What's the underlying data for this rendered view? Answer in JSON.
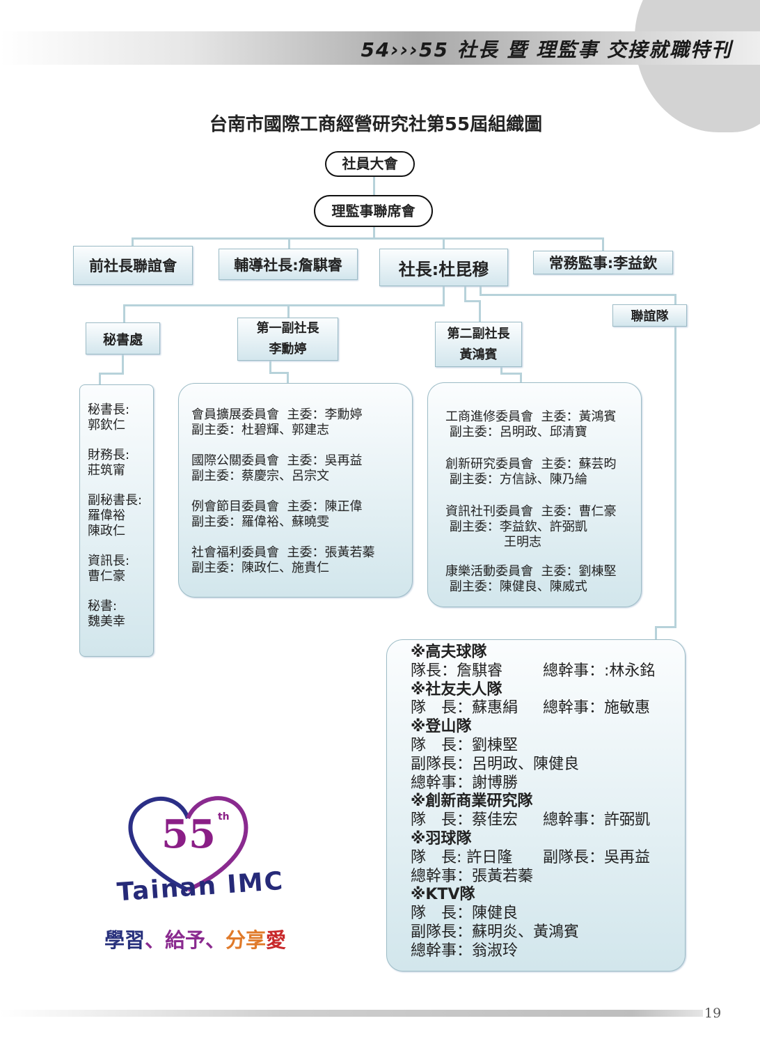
{
  "header": {
    "banner": "54›››55 社長 暨 理監事 交接就職特刊"
  },
  "title": "台南市國際工商經營研究社第55屆組織圖",
  "top": {
    "assembly": "社員大會",
    "board": "理監事聯席會"
  },
  "level1": {
    "past_presidents": "前社長聯誼會",
    "advisor": "輔導社長:詹騏睿",
    "president": "社長:杜昆穆",
    "supervisor": "常務監事:李益欽"
  },
  "level2": {
    "secretariat": "秘書處",
    "vp1_title": "第一副社長",
    "vp1_name": "李勳婷",
    "vp2_title": "第二副社長",
    "vp2_name": "黃鴻賓",
    "fellowship": "聯誼隊"
  },
  "secretariat_list": [
    {
      "role": "秘書長:",
      "names": "郭欽仁"
    },
    {
      "role": "財務長:",
      "names": "莊筑甯"
    },
    {
      "role": "副秘書長:",
      "names": "羅偉裕\n陳政仁"
    },
    {
      "role": "資訊長:",
      "names": "曹仁豪"
    },
    {
      "role": "秘書:",
      "names": "魏美幸"
    }
  ],
  "vp1_committees": [
    {
      "line1": "會員擴展委員會  主委：李勳婷",
      "line2": "副主委：杜碧輝、郭建志"
    },
    {
      "line1": "國際公關委員會  主委：吳再益",
      "line2": "副主委：蔡慶宗、呂宗文"
    },
    {
      "line1": "例會節目委員會  主委：陳正偉",
      "line2": "副主委：羅偉裕、蘇曉雯"
    },
    {
      "line1": "社會福利委員會  主委：張黃若蓁",
      "line2": "副主委：陳政仁、施貴仁"
    }
  ],
  "vp2_committees": [
    {
      "line1": "工商進修委員會  主委：黃鴻賓",
      "line2": " 副主委：呂明政、邱清寶",
      "line3": ""
    },
    {
      "line1": "創新研究委員會  主委：蘇芸昀",
      "line2": " 副主委：方信詠、陳乃綸",
      "line3": ""
    },
    {
      "line1": "資訊社刊委員會  主委：曹仁豪",
      "line2": " 副主委：李益欽、許弼凱",
      "line3": "王明志"
    },
    {
      "line1": "康樂活動委員會  主委：劉棟堅",
      "line2": " 副主委：陳健良、陳威式",
      "line3": ""
    }
  ],
  "clubs": [
    {
      "name": "※高夫球隊",
      "lines": [
        [
          "隊長：詹騏睿",
          "總幹事：:林永銘"
        ]
      ]
    },
    {
      "name": "※社友夫人隊",
      "lines": [
        [
          "隊　長：蘇惠絹",
          "總幹事：施敏惠"
        ]
      ]
    },
    {
      "name": "※登山隊",
      "lines": [
        [
          "隊　長：劉棟堅"
        ],
        [
          "副隊長：呂明政、陳健良"
        ],
        [
          "總幹事：謝博勝"
        ]
      ]
    },
    {
      "name": "※創新商業研究隊",
      "lines": [
        [
          "隊　長：蔡佳宏",
          "總幹事：許弼凱"
        ]
      ]
    },
    {
      "name": "※羽球隊",
      "lines": [
        [
          "隊　長: 許日隆",
          "副隊長：吳再益"
        ],
        [
          "總幹事：張黃若蓁"
        ]
      ]
    },
    {
      "name": "※KTV隊",
      "lines": [
        [
          "隊　長：陳健良"
        ],
        [
          "副隊長：蘇明炎、黃鴻賓"
        ],
        [
          "總幹事：翁淑玲"
        ]
      ]
    }
  ],
  "logo": {
    "number": "55",
    "sup": "th",
    "name": "Tainan IMC",
    "slogan_1": "學習",
    "slogan_2": "、給予、",
    "slogan_3": "分享",
    "slogan_4": "愛"
  },
  "page_number": "19"
}
